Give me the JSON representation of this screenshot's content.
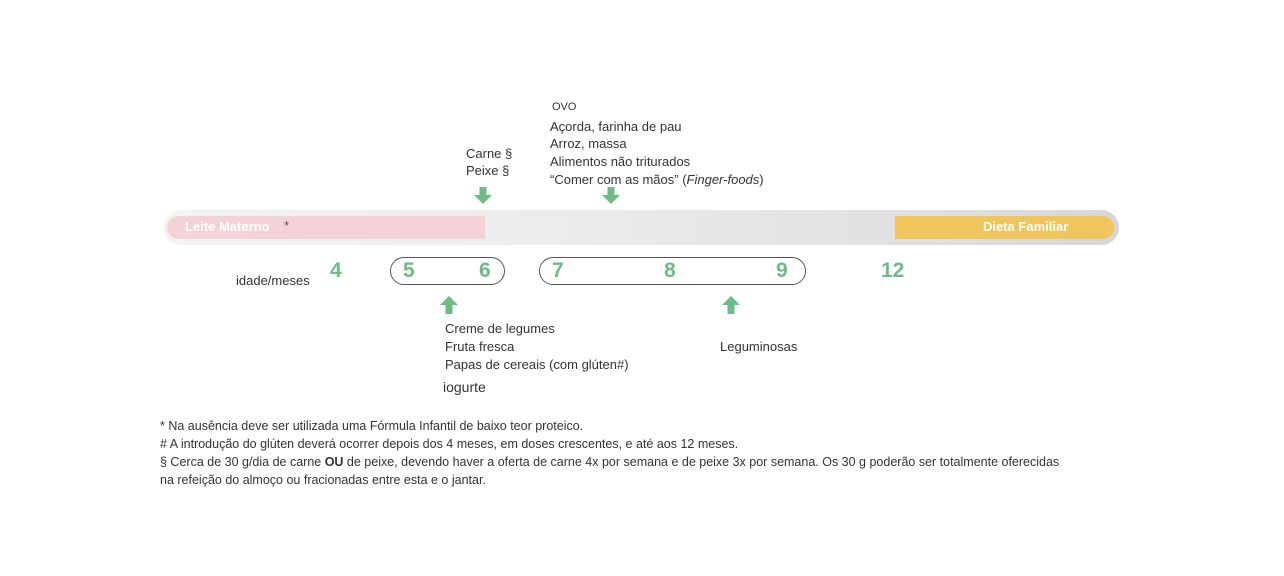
{
  "timeline": {
    "leite_label": "Leite Materno",
    "leite_mark": "*",
    "dieta_label": "Dieta Familiar",
    "axis_label": "idade/meses",
    "months": [
      "4",
      "5",
      "6",
      "7",
      "8",
      "9",
      "12"
    ]
  },
  "above": {
    "month6": [
      "Carne §",
      "Peixe §"
    ],
    "month7_title": "OVO",
    "month7": [
      "Açorda, farinha de pau",
      "Arroz, massa",
      "Alimentos não triturados"
    ],
    "finger_prefix": "“Comer com as mãos” (",
    "finger_italic": "Finger-foods",
    "finger_suffix": ")"
  },
  "below": {
    "month5": [
      "Creme de legumes",
      "Fruta fresca",
      "Papas de cereais (com glúten#)"
    ],
    "iogurte": "iogurte",
    "month9": "Leguminosas"
  },
  "footnotes": {
    "f1": "* Na ausência deve ser utilizada uma Fórmula Infantil de baixo teor proteico.",
    "f2": "# A introdução do glúten deverá ocorrer depois dos 4 meses, em doses crescentes, e até aos 12 meses.",
    "f3_a": "§ Cerca de 30 g/dia de carne ",
    "f3_bold": "OU",
    "f3_b": " de peixe, devendo haver a oferta de carne 4x por semana e de peixe 3x por semana. Os 30 g poderão ser totalmente oferecidas",
    "f4": "na refeição do almoço ou fracionadas entre esta e o jantar."
  },
  "colors": {
    "accent_green": "#6dbb85",
    "leite_pink": "#f4d2d6",
    "dieta_yellow": "#f0c55b"
  },
  "icons": [
    "arrow-down-icon",
    "arrow-up-icon"
  ]
}
